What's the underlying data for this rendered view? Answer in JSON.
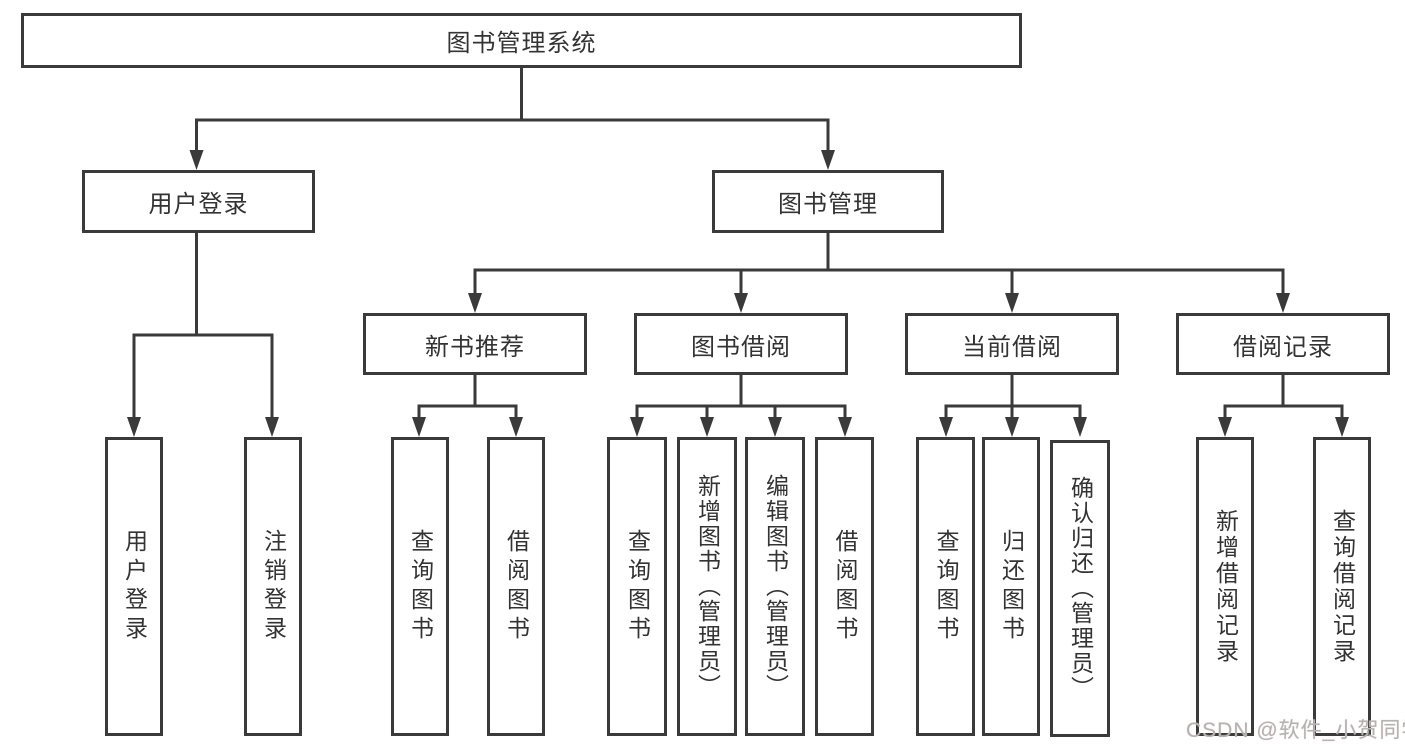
{
  "diagram": {
    "type": "hierarchy-tree",
    "title": "图书管理系统",
    "watermark": "CSDN @软件_小贺同学",
    "colors": {
      "line": "#3a3a3a",
      "box_border": "#3a3a3a",
      "text": "#333333",
      "watermark": "#b7b2b2",
      "background": "#ffffff"
    },
    "nodes": {
      "root": {
        "label": "图书管理系统"
      },
      "user_login": {
        "label": "用户登录"
      },
      "book_mgmt": {
        "label": "图书管理"
      },
      "new_book_rec": {
        "label": "新书推荐"
      },
      "book_borrow": {
        "label": "图书借阅"
      },
      "current_borrow": {
        "label": "当前借阅"
      },
      "borrow_record": {
        "label": "借阅记录"
      },
      "leaf_user_login": {
        "label": "用户登录"
      },
      "leaf_logout_login": {
        "label": "注销登录"
      },
      "leaf_query_book_rec": {
        "label": "查询图书"
      },
      "leaf_borrow_book_rec": {
        "label": "借阅图书"
      },
      "leaf_query_book_borrow": {
        "label": "查询图书"
      },
      "leaf_add_book_admin": {
        "label": "新增图书（管理员）"
      },
      "leaf_edit_book_admin": {
        "label": "编辑图书（管理员）"
      },
      "leaf_borrow_book_borrow": {
        "label": "借阅图书"
      },
      "leaf_query_book_current": {
        "label": "查询图书"
      },
      "leaf_return_book": {
        "label": "归还图书"
      },
      "leaf_confirm_return_admin": {
        "label": "确认归还（管理员）"
      },
      "leaf_add_borrow_record": {
        "label": "新增借阅记录"
      },
      "leaf_query_borrow_record": {
        "label": "查询借阅记录"
      }
    },
    "edges": [
      "图书管理系统→用户登录",
      "图书管理系统→图书管理",
      "用户登录→用户登录",
      "用户登录→注销登录",
      "图书管理→新书推荐",
      "图书管理→图书借阅",
      "图书管理→当前借阅",
      "图书管理→借阅记录",
      "新书推荐→查询图书",
      "新书推荐→借阅图书",
      "图书借阅→查询图书",
      "图书借阅→新增图书（管理员）",
      "图书借阅→编辑图书（管理员）",
      "图书借阅→借阅图书",
      "当前借阅→查询图书",
      "当前借阅→归还图书",
      "当前借阅→确认归还（管理员）",
      "借阅记录→新增借阅记录",
      "借阅记录→查询借阅记录"
    ]
  }
}
